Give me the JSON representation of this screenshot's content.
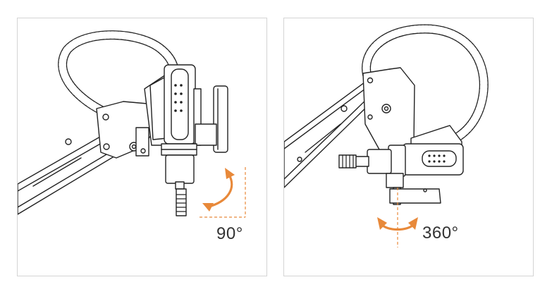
{
  "panels": [
    {
      "id": "tilt",
      "angle_label": "90°",
      "arrow_color": "#e8893a"
    },
    {
      "id": "rotate",
      "angle_label": "360°",
      "arrow_color": "#e8893a"
    }
  ]
}
